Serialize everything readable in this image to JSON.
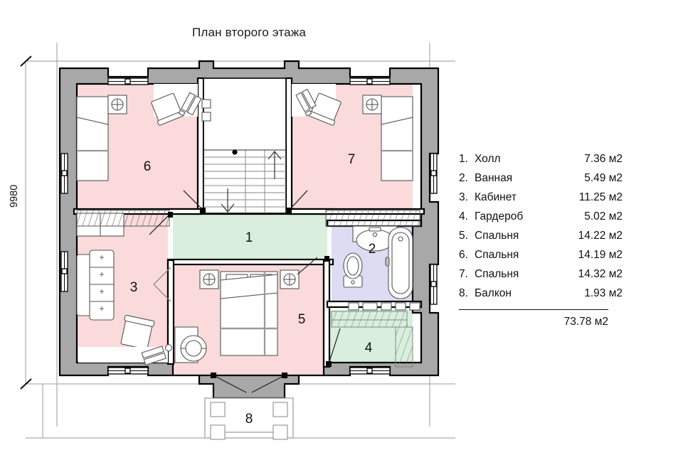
{
  "title": "План второго этажа",
  "dimensions": {
    "vertical_label": "9980"
  },
  "room_numbers": {
    "n1": "1",
    "n2": "2",
    "n3": "3",
    "n4": "4",
    "n5": "5",
    "n6": "6",
    "n7": "7",
    "n8": "8"
  },
  "legend": {
    "rows": [
      {
        "num": "1.",
        "name": "Холл",
        "area": "7.36 м2"
      },
      {
        "num": "2.",
        "name": "Ванная",
        "area": "5.49 м2"
      },
      {
        "num": "3.",
        "name": "Кабинет",
        "area": "11.25 м2"
      },
      {
        "num": "4.",
        "name": "Гардероб",
        "area": "5.02 м2"
      },
      {
        "num": "5.",
        "name": "Спальня",
        "area": "14.22 м2"
      },
      {
        "num": "6.",
        "name": "Спальня",
        "area": "14.19 м2"
      },
      {
        "num": "7.",
        "name": "Спальня",
        "area": "14.32 м2"
      },
      {
        "num": "8.",
        "name": "Балкон",
        "area": "1.93 м2"
      }
    ],
    "total": "73.78 м2"
  },
  "colors": {
    "wall_fill": "#a8a8a8",
    "wall_stroke": "#000000",
    "bedroom_fill": "#fadada",
    "hall_fill": "#d9eedd",
    "wardrobe_fill": "#d9eedd",
    "bathroom_fill": "#dcdcf2",
    "furniture_stroke": "#4a4a4a",
    "dimension_line": "#9a9a9a",
    "text": "#111111"
  }
}
